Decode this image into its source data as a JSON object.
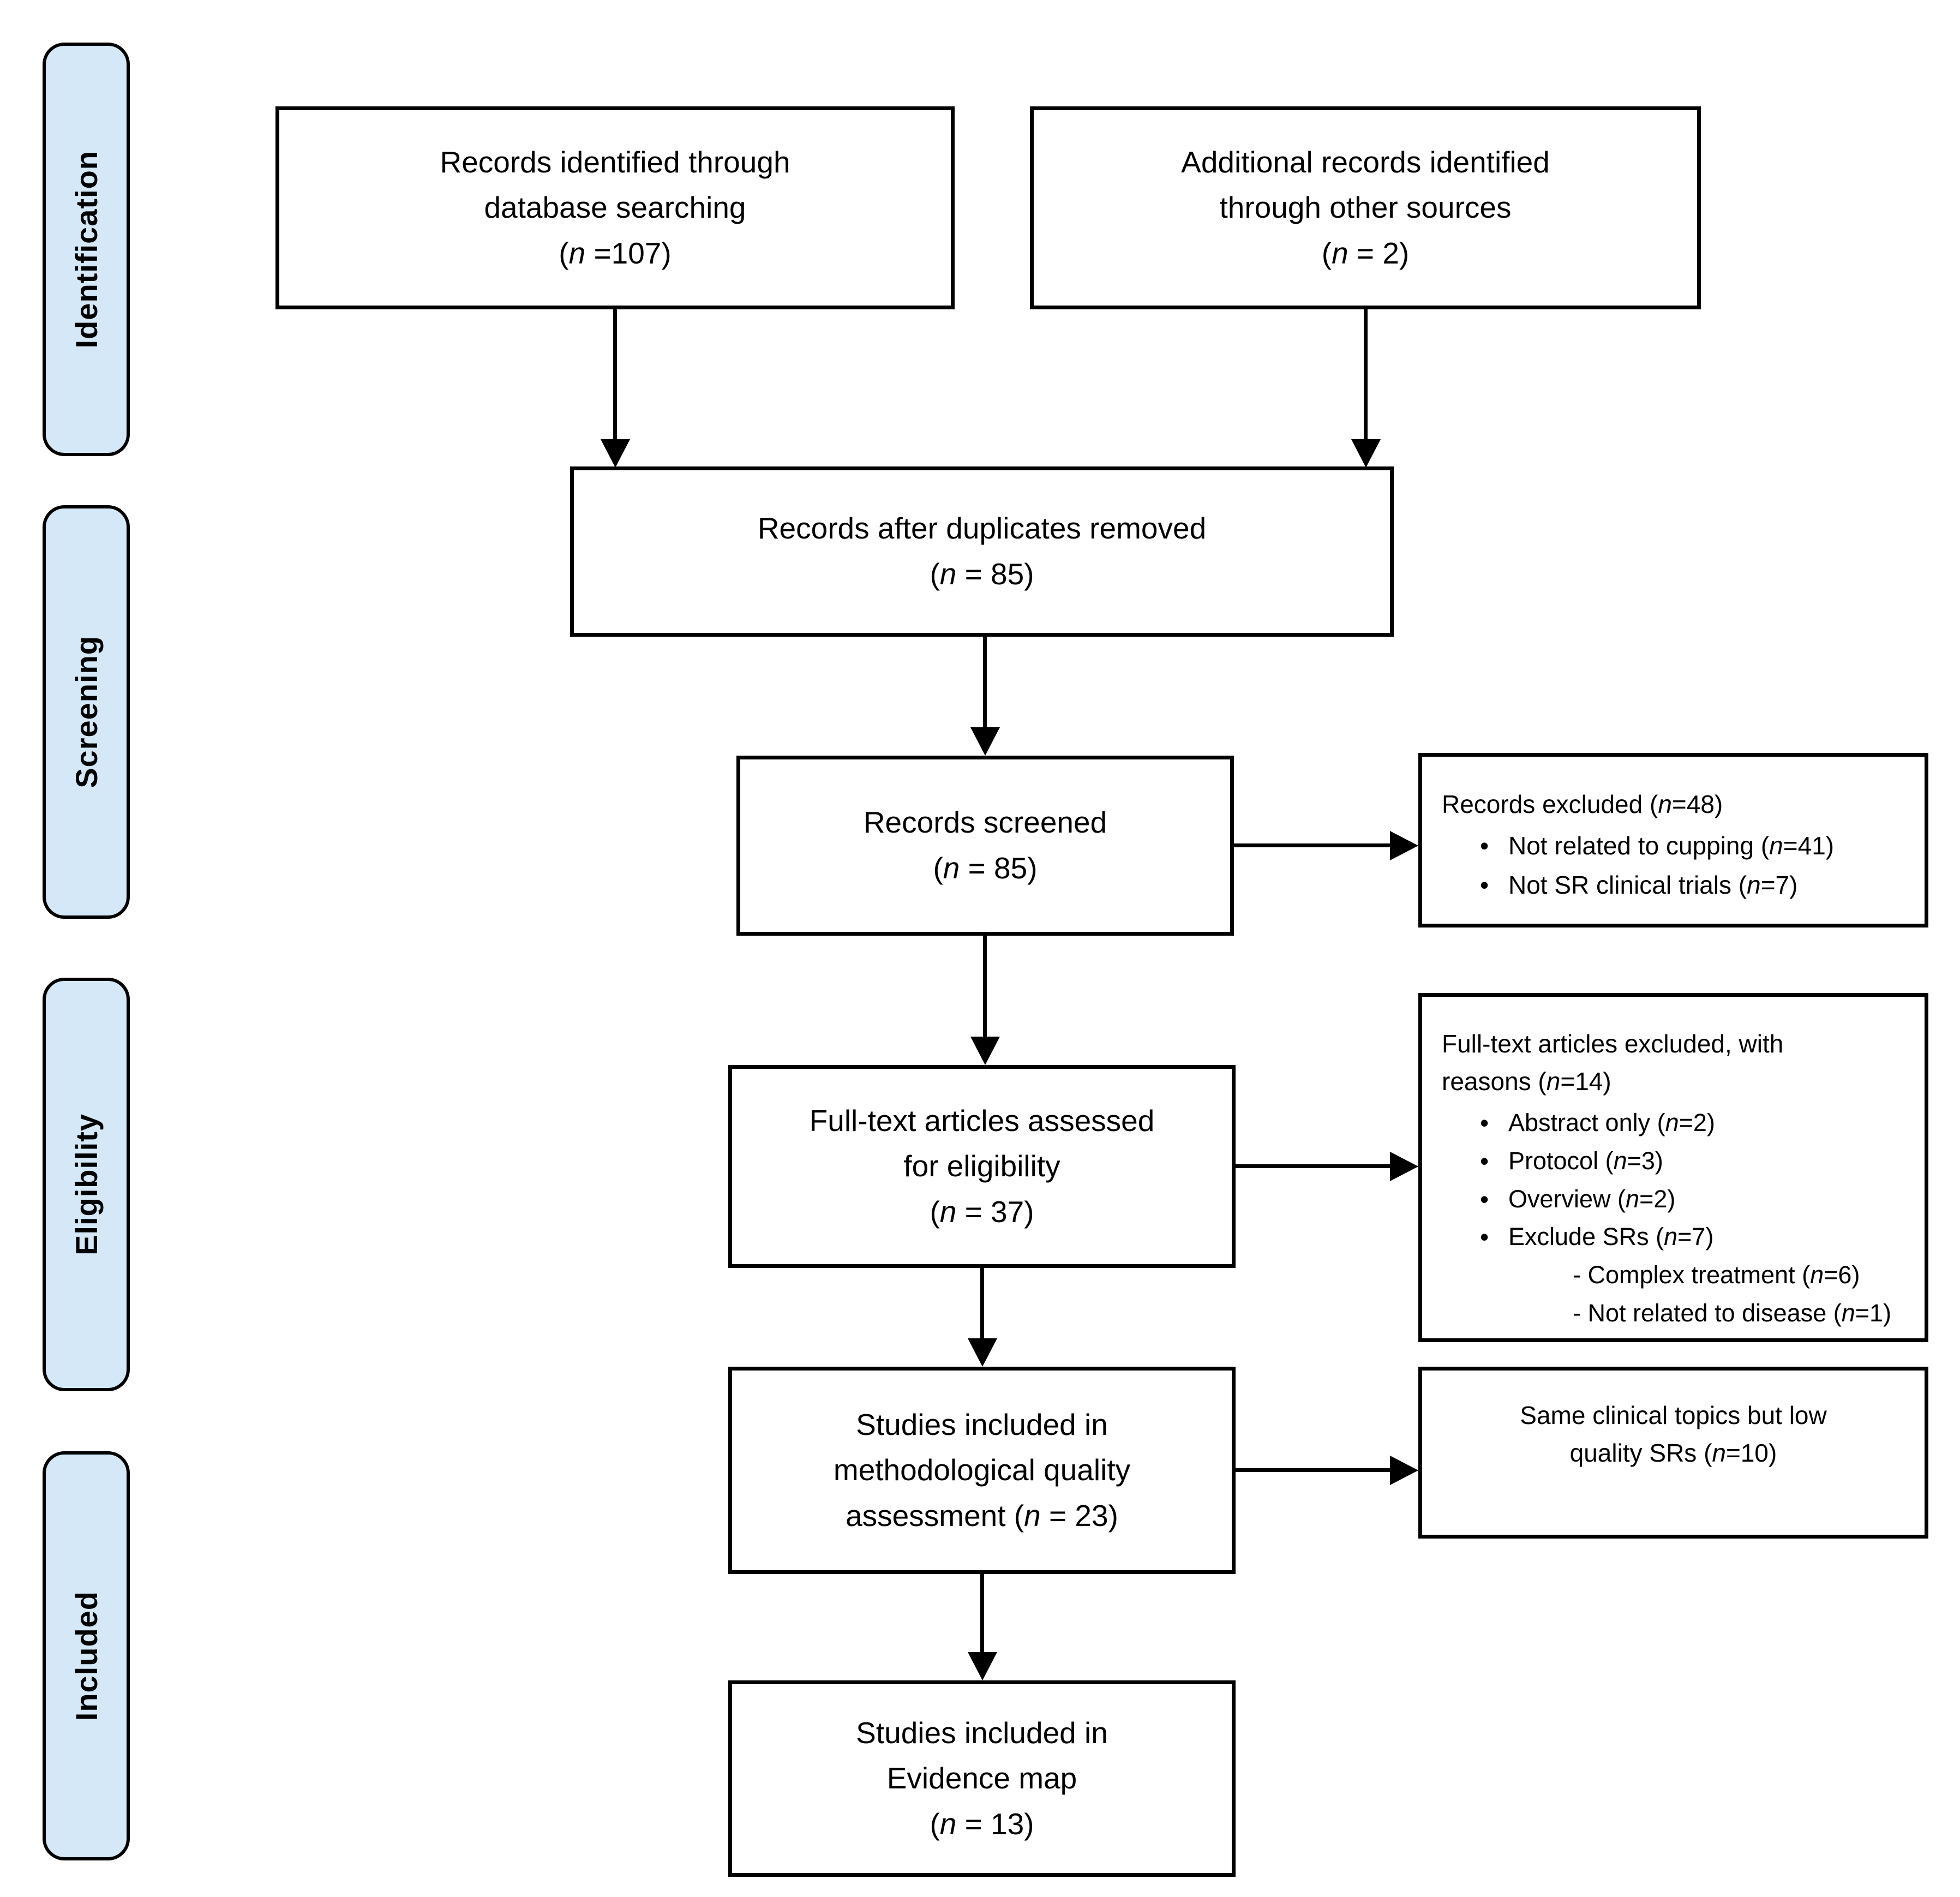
{
  "diagram": {
    "colors": {
      "stage_fill": "#d4e8f7",
      "line_color": "#000000",
      "background": "#ffffff"
    },
    "stages": [
      {
        "label": "Identification"
      },
      {
        "label": "Screening"
      },
      {
        "label": "Eligibility"
      },
      {
        "label": "Included"
      }
    ],
    "boxes": {
      "identified": {
        "lines": [
          "Records identified through",
          "database searching",
          "(*n* =107)"
        ]
      },
      "additional": {
        "lines": [
          "Additional records identified",
          "through other sources",
          "(*n* = 2)"
        ]
      },
      "deduplicated": {
        "lines": [
          "Records after duplicates removed",
          "(*n* = 85)"
        ]
      },
      "screened": {
        "lines": [
          "Records screened",
          "(*n* = 85)"
        ]
      },
      "records_excluded": {
        "title": "Records excluded (*n*=48)",
        "bullets": [
          "Not related to cupping (*n*=41)",
          "Not SR clinical trials (*n*=7)"
        ]
      },
      "fulltext_assessed": {
        "lines": [
          "Full-text articles assessed",
          "for eligibility",
          "(*n* = 37)"
        ]
      },
      "fulltext_excluded": {
        "title_lines": [
          "Full-text articles excluded, with",
          "reasons (*n*=14)"
        ],
        "bullets": [
          "Abstract only (*n*=2)",
          "Protocol (*n*=3)",
          "Overview (*n*=2)",
          "Exclude SRs (*n*=7)"
        ],
        "sub_bullets": [
          "- Complex treatment (*n*=6)",
          "- Not related to disease (*n*=1)"
        ]
      },
      "quality_assessment": {
        "lines": [
          "Studies included in",
          "methodological quality",
          "assessment (*n* = 23)"
        ]
      },
      "low_quality": {
        "lines": [
          "Same clinical topics but low",
          "quality SRs (*n*=10)"
        ]
      },
      "evidence_map": {
        "lines": [
          "Studies included in",
          "Evidence map",
          "(*n* = 13)"
        ]
      }
    }
  }
}
